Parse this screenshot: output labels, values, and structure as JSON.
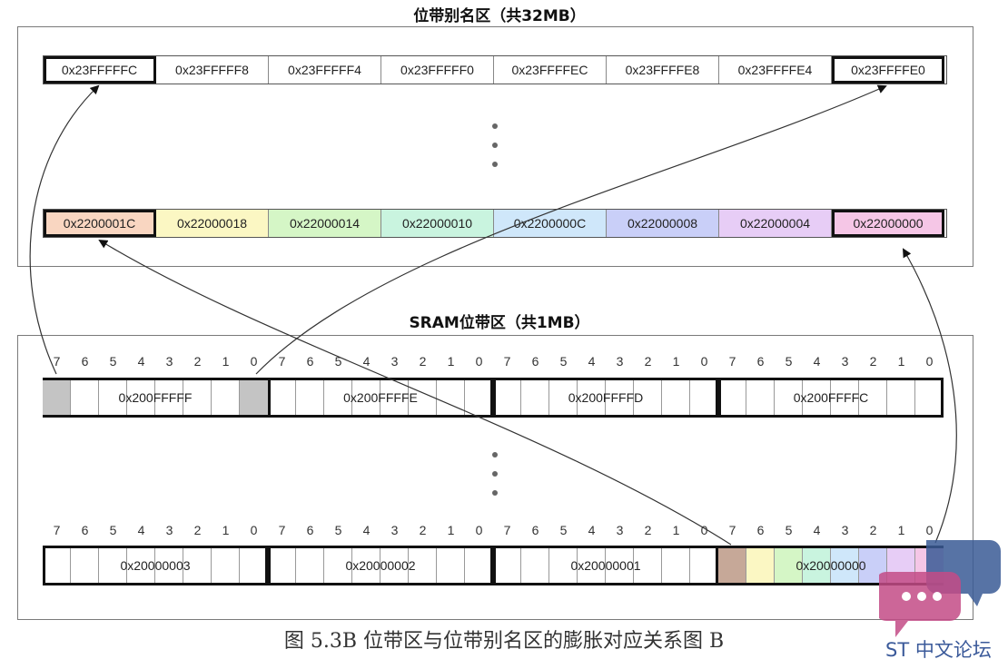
{
  "alias_title": "位带别名区（共32MB）",
  "sram_title": "SRAM位带区（共1MB）",
  "alias_top_row": [
    "0x23FFFFFC",
    "0x23FFFFF8",
    "0x23FFFFF4",
    "0x23FFFFF0",
    "0x23FFFFEC",
    "0x23FFFFE8",
    "0x23FFFFE4",
    "0x23FFFFE0"
  ],
  "alias_bottom_row": [
    "0x2200001C",
    "0x22000018",
    "0x22000014",
    "0x22000010",
    "0x2200000C",
    "0x22000008",
    "0x22000004",
    "0x22000000"
  ],
  "alias_bottom_colors": [
    "#f9d6c1",
    "#fbf7c3",
    "#d5f6c6",
    "#c9f4df",
    "#cfe7fa",
    "#c9cff8",
    "#e7cdf6",
    "#f5c6e6"
  ],
  "sram_top_bytes": [
    "0x200FFFFF",
    "0x200FFFFE",
    "0x200FFFFD",
    "0x200FFFFC"
  ],
  "sram_bottom_bytes": [
    "0x20000003",
    "0x20000002",
    "0x20000001",
    "0x20000000"
  ],
  "bit_numbers": [
    "7",
    "6",
    "5",
    "4",
    "3",
    "2",
    "1",
    "0"
  ],
  "highlight_gray": "#c4c4c4",
  "bit_colors_last_byte": [
    "#c6a898",
    "#fbf7c3",
    "#d5f6c6",
    "#c9f4df",
    "#cfe7fa",
    "#c9cff8",
    "#e7cdf6",
    "#f5c6e6"
  ],
  "caption": "图 5.3B   位带区与位带别名区的膨胀对应关系图 B",
  "logo_text": "ST 中文论坛"
}
